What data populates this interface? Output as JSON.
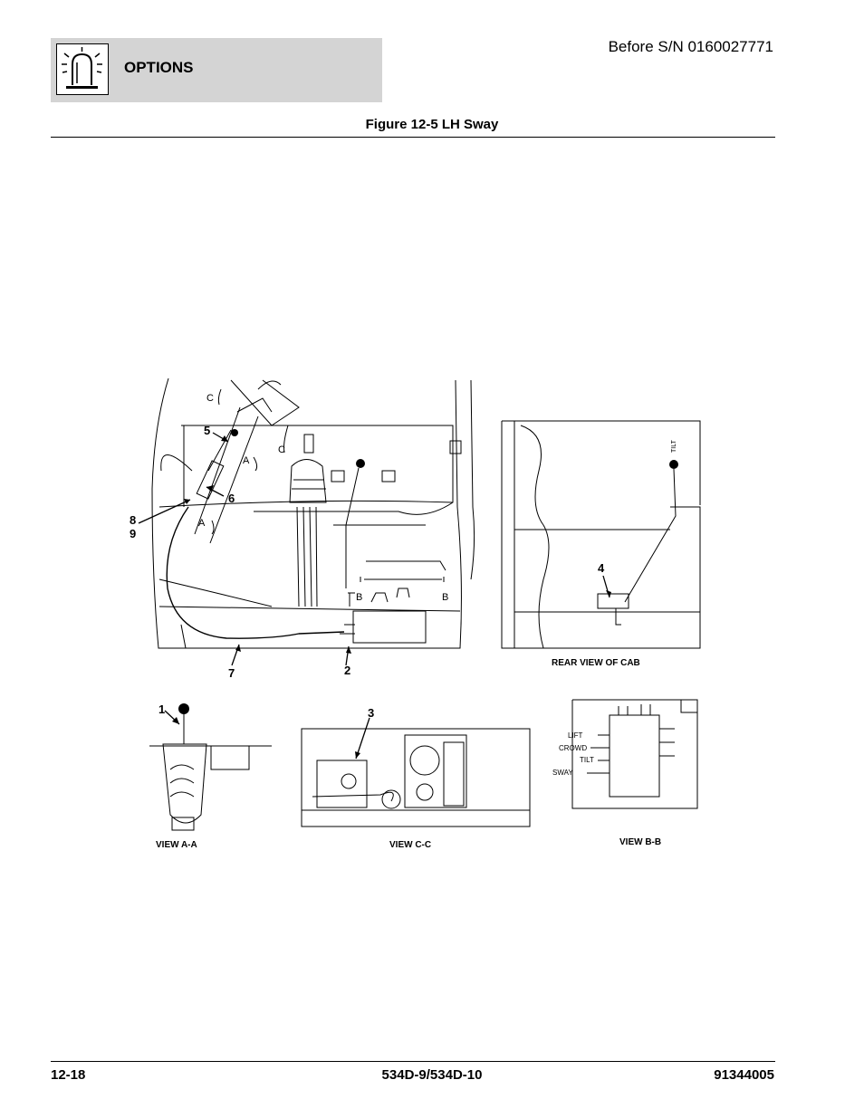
{
  "header": {
    "section_title": "OPTIONS",
    "serial_note": "Before S/N 0160027771",
    "icon": "beacon-light-icon"
  },
  "figure": {
    "title": "Figure 12-5 LH Sway",
    "callouts": [
      "1",
      "2",
      "3",
      "4",
      "5",
      "6",
      "7",
      "8",
      "9"
    ],
    "view_letters": [
      "A",
      "A",
      "B",
      "B",
      "C",
      "C"
    ],
    "captions": {
      "rear_view": "REAR VIEW OF CAB",
      "view_aa": "VIEW A-A",
      "view_cc": "VIEW C-C",
      "view_bb": "VIEW B-B"
    },
    "valve_labels": [
      "LIFT",
      "CROWD",
      "TILT",
      "SWAY"
    ],
    "tilt_label": "TILT"
  },
  "footer": {
    "page": "12-18",
    "model": "534D-9/534D-10",
    "doc_number": "91344005"
  }
}
